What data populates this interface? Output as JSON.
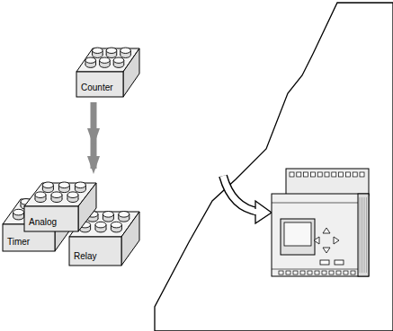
{
  "diagram": {
    "nodes": [
      {
        "text": [
          "Counter"
        ]
      },
      {
        "text": [
          "Analog"
        ]
      },
      {
        "text": [
          "Timer"
        ]
      },
      {
        "text": [
          "Relay"
        ]
      }
    ],
    "edges": [
      {
        "from": 0,
        "to": 1,
        "arrow": "to"
      }
    ]
  }
}
